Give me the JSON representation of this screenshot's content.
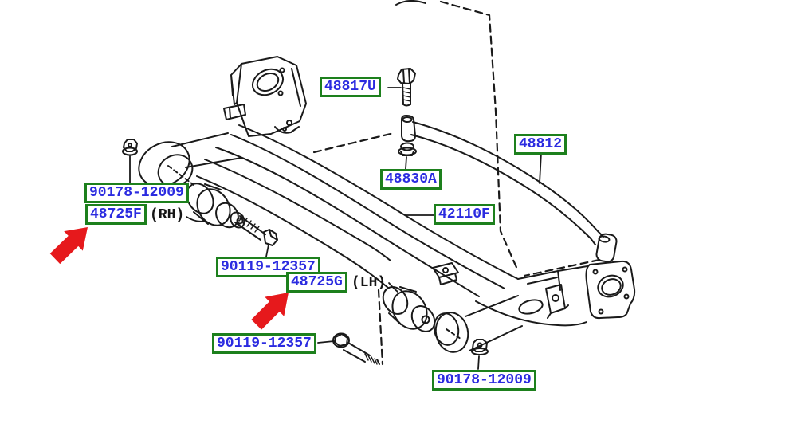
{
  "diagram": {
    "kind": "rear-axle-and-stabilizer-parts-diagram"
  },
  "colors": {
    "label_border": "#1d801d",
    "label_text": "#2b2be0",
    "suffix_text": "#151515",
    "line": "#1a1a1a",
    "arrow": "#e6191c",
    "background": "#ffffff"
  },
  "labels": {
    "upper_nut": {
      "code": "90178-12009"
    },
    "bushing_rh": {
      "code": "48725F",
      "suffix": "(RH)"
    },
    "bracket_bolt": {
      "code": "48817U"
    },
    "stabilizer_clamp": {
      "code": "48830A"
    },
    "stabilizer_bar": {
      "code": "48812"
    },
    "axle_beam": {
      "code": "42110F"
    },
    "bolt_rh": {
      "code": "90119-12357"
    },
    "bushing_lh": {
      "code": "48725G",
      "suffix": "(LH)"
    },
    "bolt_lh": {
      "code": "90119-12357"
    },
    "lower_nut": {
      "code": "90178-12009"
    }
  }
}
